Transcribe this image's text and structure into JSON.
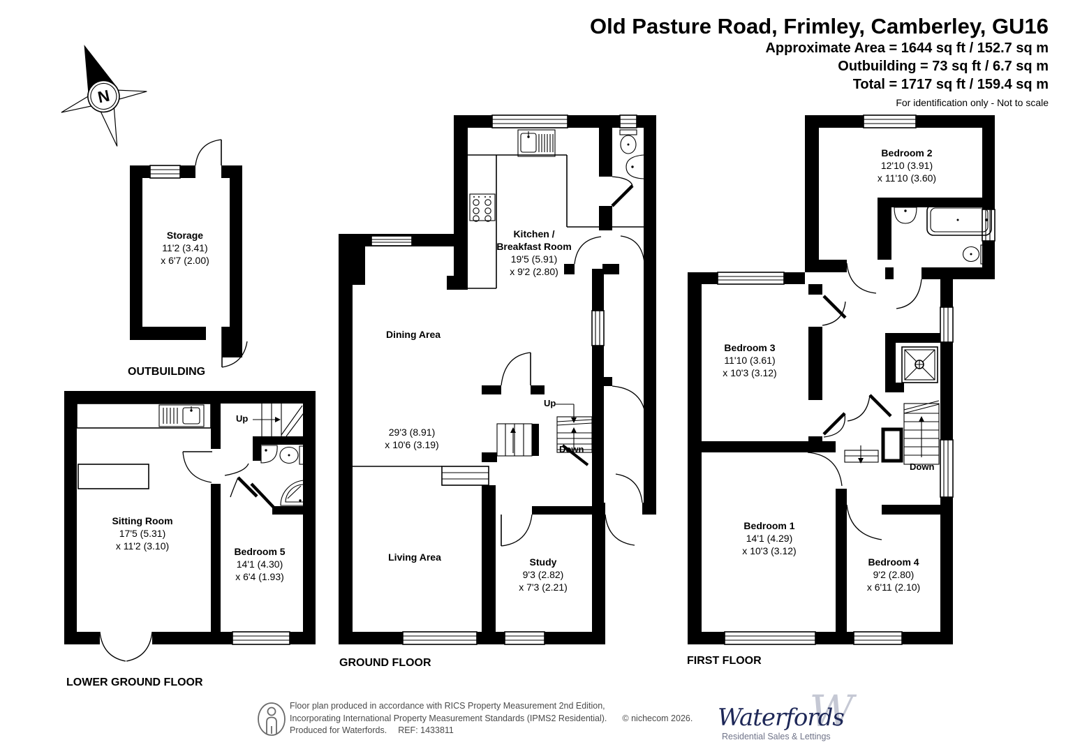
{
  "header": {
    "title": "Old Pasture Road, Frimley, Camberley, GU16",
    "area_line1": "Approximate Area = 1644 sq ft / 152.7 sq m",
    "area_line2": "Outbuilding = 73 sq ft / 6.7 sq m",
    "area_line3": "Total = 1717 sq ft / 159.4 sq m",
    "disclaimer": "For identification only - Not to scale"
  },
  "compass": {
    "label": "N"
  },
  "floors": {
    "outbuilding": {
      "label": "OUTBUILDING"
    },
    "lower_ground": {
      "label": "LOWER GROUND FLOOR"
    },
    "ground": {
      "label": "GROUND FLOOR"
    },
    "first": {
      "label": "FIRST FLOOR"
    }
  },
  "rooms": {
    "storage": {
      "name": "Storage",
      "dim1": "11'2 (3.41)",
      "dim2": "x 6'7 (2.00)"
    },
    "sitting": {
      "name": "Sitting Room",
      "dim1": "17'5 (5.31)",
      "dim2": "x 11'2 (3.10)"
    },
    "bedroom5": {
      "name": "Bedroom 5",
      "dim1": "14'1 (4.30)",
      "dim2": "x 6'4 (1.93)"
    },
    "kitchen": {
      "name1": "Kitchen /",
      "name2": "Breakfast Room",
      "dim1": "19'5 (5.91)",
      "dim2": "x 9'2 (2.80)"
    },
    "dining": {
      "name": "Dining Area",
      "dim1": "29'3 (8.91)",
      "dim2": "x 10'6 (3.19)"
    },
    "living": {
      "name": "Living Area"
    },
    "study": {
      "name": "Study",
      "dim1": "9'3 (2.82)",
      "dim2": "x 7'3 (2.21)"
    },
    "bedroom2": {
      "name": "Bedroom 2",
      "dim1": "12'10 (3.91)",
      "dim2": "x 11'10 (3.60)"
    },
    "bedroom3": {
      "name": "Bedroom 3",
      "dim1": "11'10 (3.61)",
      "dim2": "x 10'3 (3.12)"
    },
    "bedroom1": {
      "name": "Bedroom 1",
      "dim1": "14'1 (4.29)",
      "dim2": "x 10'3 (3.12)"
    },
    "bedroom4": {
      "name": "Bedroom 4",
      "dim1": "9'2 (2.80)",
      "dim2": "x 6'11 (2.10)"
    }
  },
  "stairs": {
    "up": "Up",
    "down": "Down"
  },
  "footer": {
    "line1": "Floor plan produced in accordance with RICS Property Measurement 2nd Edition,",
    "line2": "Incorporating International Property Measurement Standards (IPMS2 Residential).",
    "copyright": "© nichecom 2026.",
    "line3": "Produced for Waterfords.",
    "ref": "REF: 1433811"
  },
  "logo": {
    "brand": "Waterfords",
    "monogram": "W",
    "tagline": "Residential Sales & Lettings",
    "navy": "#1d2757",
    "gray": "#c5c8d4"
  }
}
